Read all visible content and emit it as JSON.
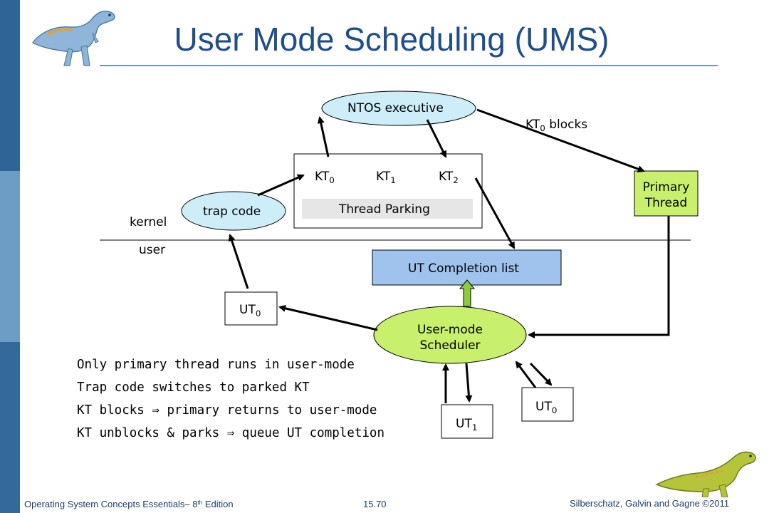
{
  "title": "User Mode Scheduling (UMS)",
  "diagram": {
    "ntos_executive": "NTOS executive",
    "kt0_blocks": {
      "prefix": "KT",
      "sub": "0",
      "suffix": " blocks"
    },
    "kt0": {
      "prefix": "KT",
      "sub": "0"
    },
    "kt1": {
      "prefix": "KT",
      "sub": "1"
    },
    "kt2": {
      "prefix": "KT",
      "sub": "2"
    },
    "thread_parking": "Thread Parking",
    "trap_code": "trap code",
    "kernel": "kernel",
    "user": "user",
    "primary_thread": [
      "Primary",
      "Thread"
    ],
    "ut_completion_list": "UT Completion list",
    "ut0_left": {
      "prefix": "UT",
      "sub": "0"
    },
    "scheduler": [
      "User-mode",
      "Scheduler"
    ],
    "ut1": {
      "prefix": "UT",
      "sub": "1"
    },
    "ut0_right": {
      "prefix": "UT",
      "sub": "0"
    }
  },
  "bullets": [
    {
      "before": "Only primary thread runs in user-mode",
      "arrow": "",
      "after": ""
    },
    {
      "before": "Trap code switches to parked KT",
      "arrow": "",
      "after": ""
    },
    {
      "before": "KT blocks ",
      "arrow": "⇒",
      "after": " primary returns to user-mode"
    },
    {
      "before": "KT unblocks & parks ",
      "arrow": "⇒",
      "after": " queue UT completion"
    }
  ],
  "footer": {
    "left": "Operating System Concepts Essentials– 8",
    "left_sup": "th",
    "left_end": " Edition",
    "center": "15.70",
    "right": "Silberschatz, Galvin and Gagne ©2011"
  },
  "icons": [
    "dinosaur-logo-icon",
    "dinosaur-footer-icon"
  ],
  "colors": {
    "title": "#1f4e8c",
    "sidebar": "#2e6496",
    "ellipse_fill": "#cdeef8",
    "scheduler_fill": "#c8f06c",
    "completion_fill": "#9fc3ec",
    "primary_fill": "#c8f06c",
    "parking_fill": "#e6e6e6"
  }
}
